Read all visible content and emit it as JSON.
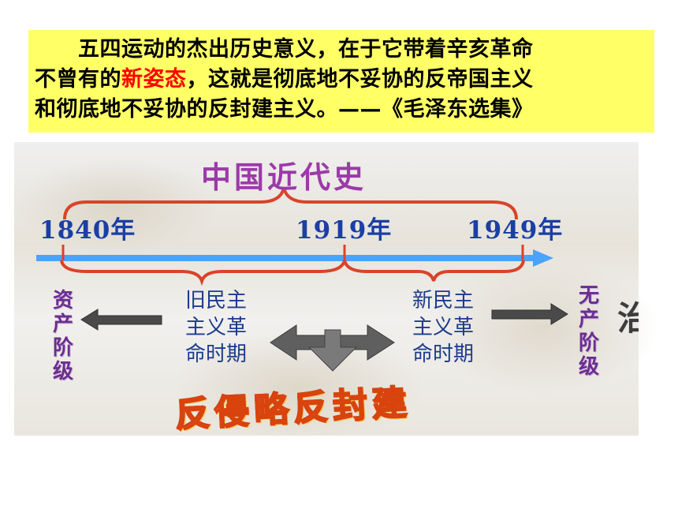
{
  "quote": {
    "line1": "五四运动的杰出历史意义，在于它带着辛亥革命",
    "line2_before": "不曾有的",
    "line2_highlight": "新姿态",
    "line2_after": "，这就是彻底地不妥协的反帝国主义",
    "line3": "和彻底地不妥协的反封建主义。——《毛泽东选集》",
    "highlight_color": "#ff0000",
    "background_color": "#ffff66"
  },
  "timeline": {
    "title": "中国近代史",
    "years": [
      "1840年",
      "1919年",
      "1949年"
    ],
    "left_period": "旧民主主义革命时期",
    "right_period": "新民主主义革命时期",
    "left_class": "资产阶级",
    "right_class": "无产阶级",
    "banner": "反侵略反封建",
    "partial_right_glyph": "治",
    "axis_color": "#4aa3ff",
    "brace_color": "#d9432a"
  }
}
